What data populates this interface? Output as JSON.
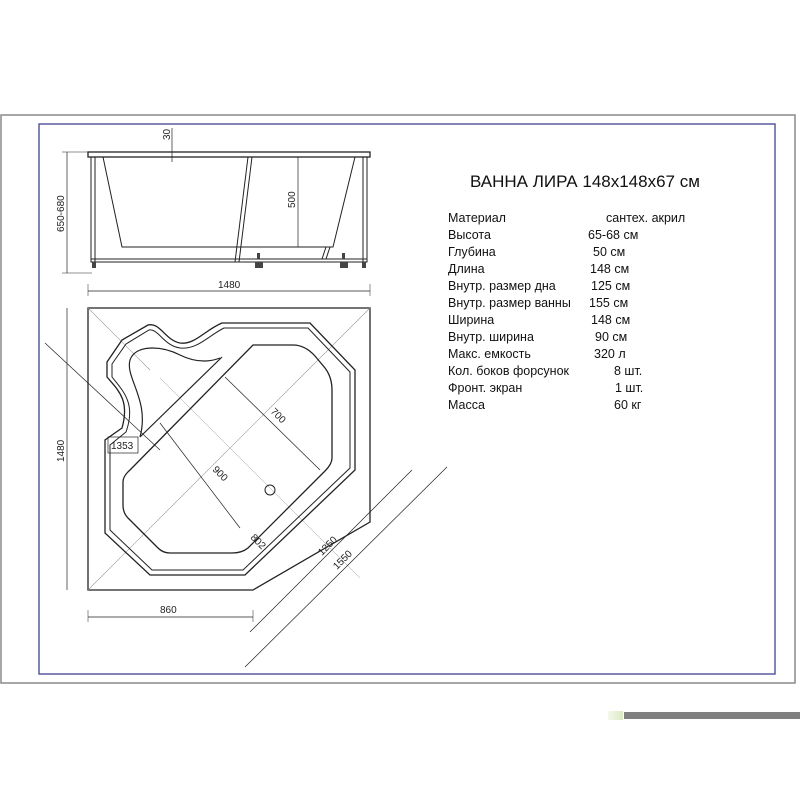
{
  "title": "ВАННА ЛИРА 148x148x67 см",
  "specs": [
    {
      "label": "Материал",
      "value": "сантех. акрил"
    },
    {
      "label": "Высота",
      "value": "65-68 см"
    },
    {
      "label": "Глубина",
      "value": "50 см"
    },
    {
      "label": "Длина",
      "value": "148 см"
    },
    {
      "label": "Внутр. размер дна",
      "value": "125 см"
    },
    {
      "label": "Внутр. размер ванны",
      "value": "155 см"
    },
    {
      "label": "Ширина",
      "value": "148 см"
    },
    {
      "label": "Внутр. ширина",
      "value": "90 см"
    },
    {
      "label": "Макс. емкость",
      "value": "320 л"
    },
    {
      "label": "Кол. боков форсунок",
      "value": "8 шт."
    },
    {
      "label": "Фронт. экран",
      "value": "1 шт."
    },
    {
      "label": "Масса",
      "value": "60 кг"
    }
  ],
  "front_view": {
    "rim": "30",
    "height": "650-680",
    "depth": "500",
    "length": "1480"
  },
  "plan_view": {
    "side": "1480",
    "front_width": "860",
    "inner_diag": "700",
    "basin": "900",
    "seat": "1353",
    "offset": "802",
    "bottom_diag": "1250",
    "outer_diag": "1550"
  },
  "colors": {
    "frame_outer": "#8a8a8a",
    "frame_inner": "#5a5aa0",
    "lines": "#222222"
  }
}
